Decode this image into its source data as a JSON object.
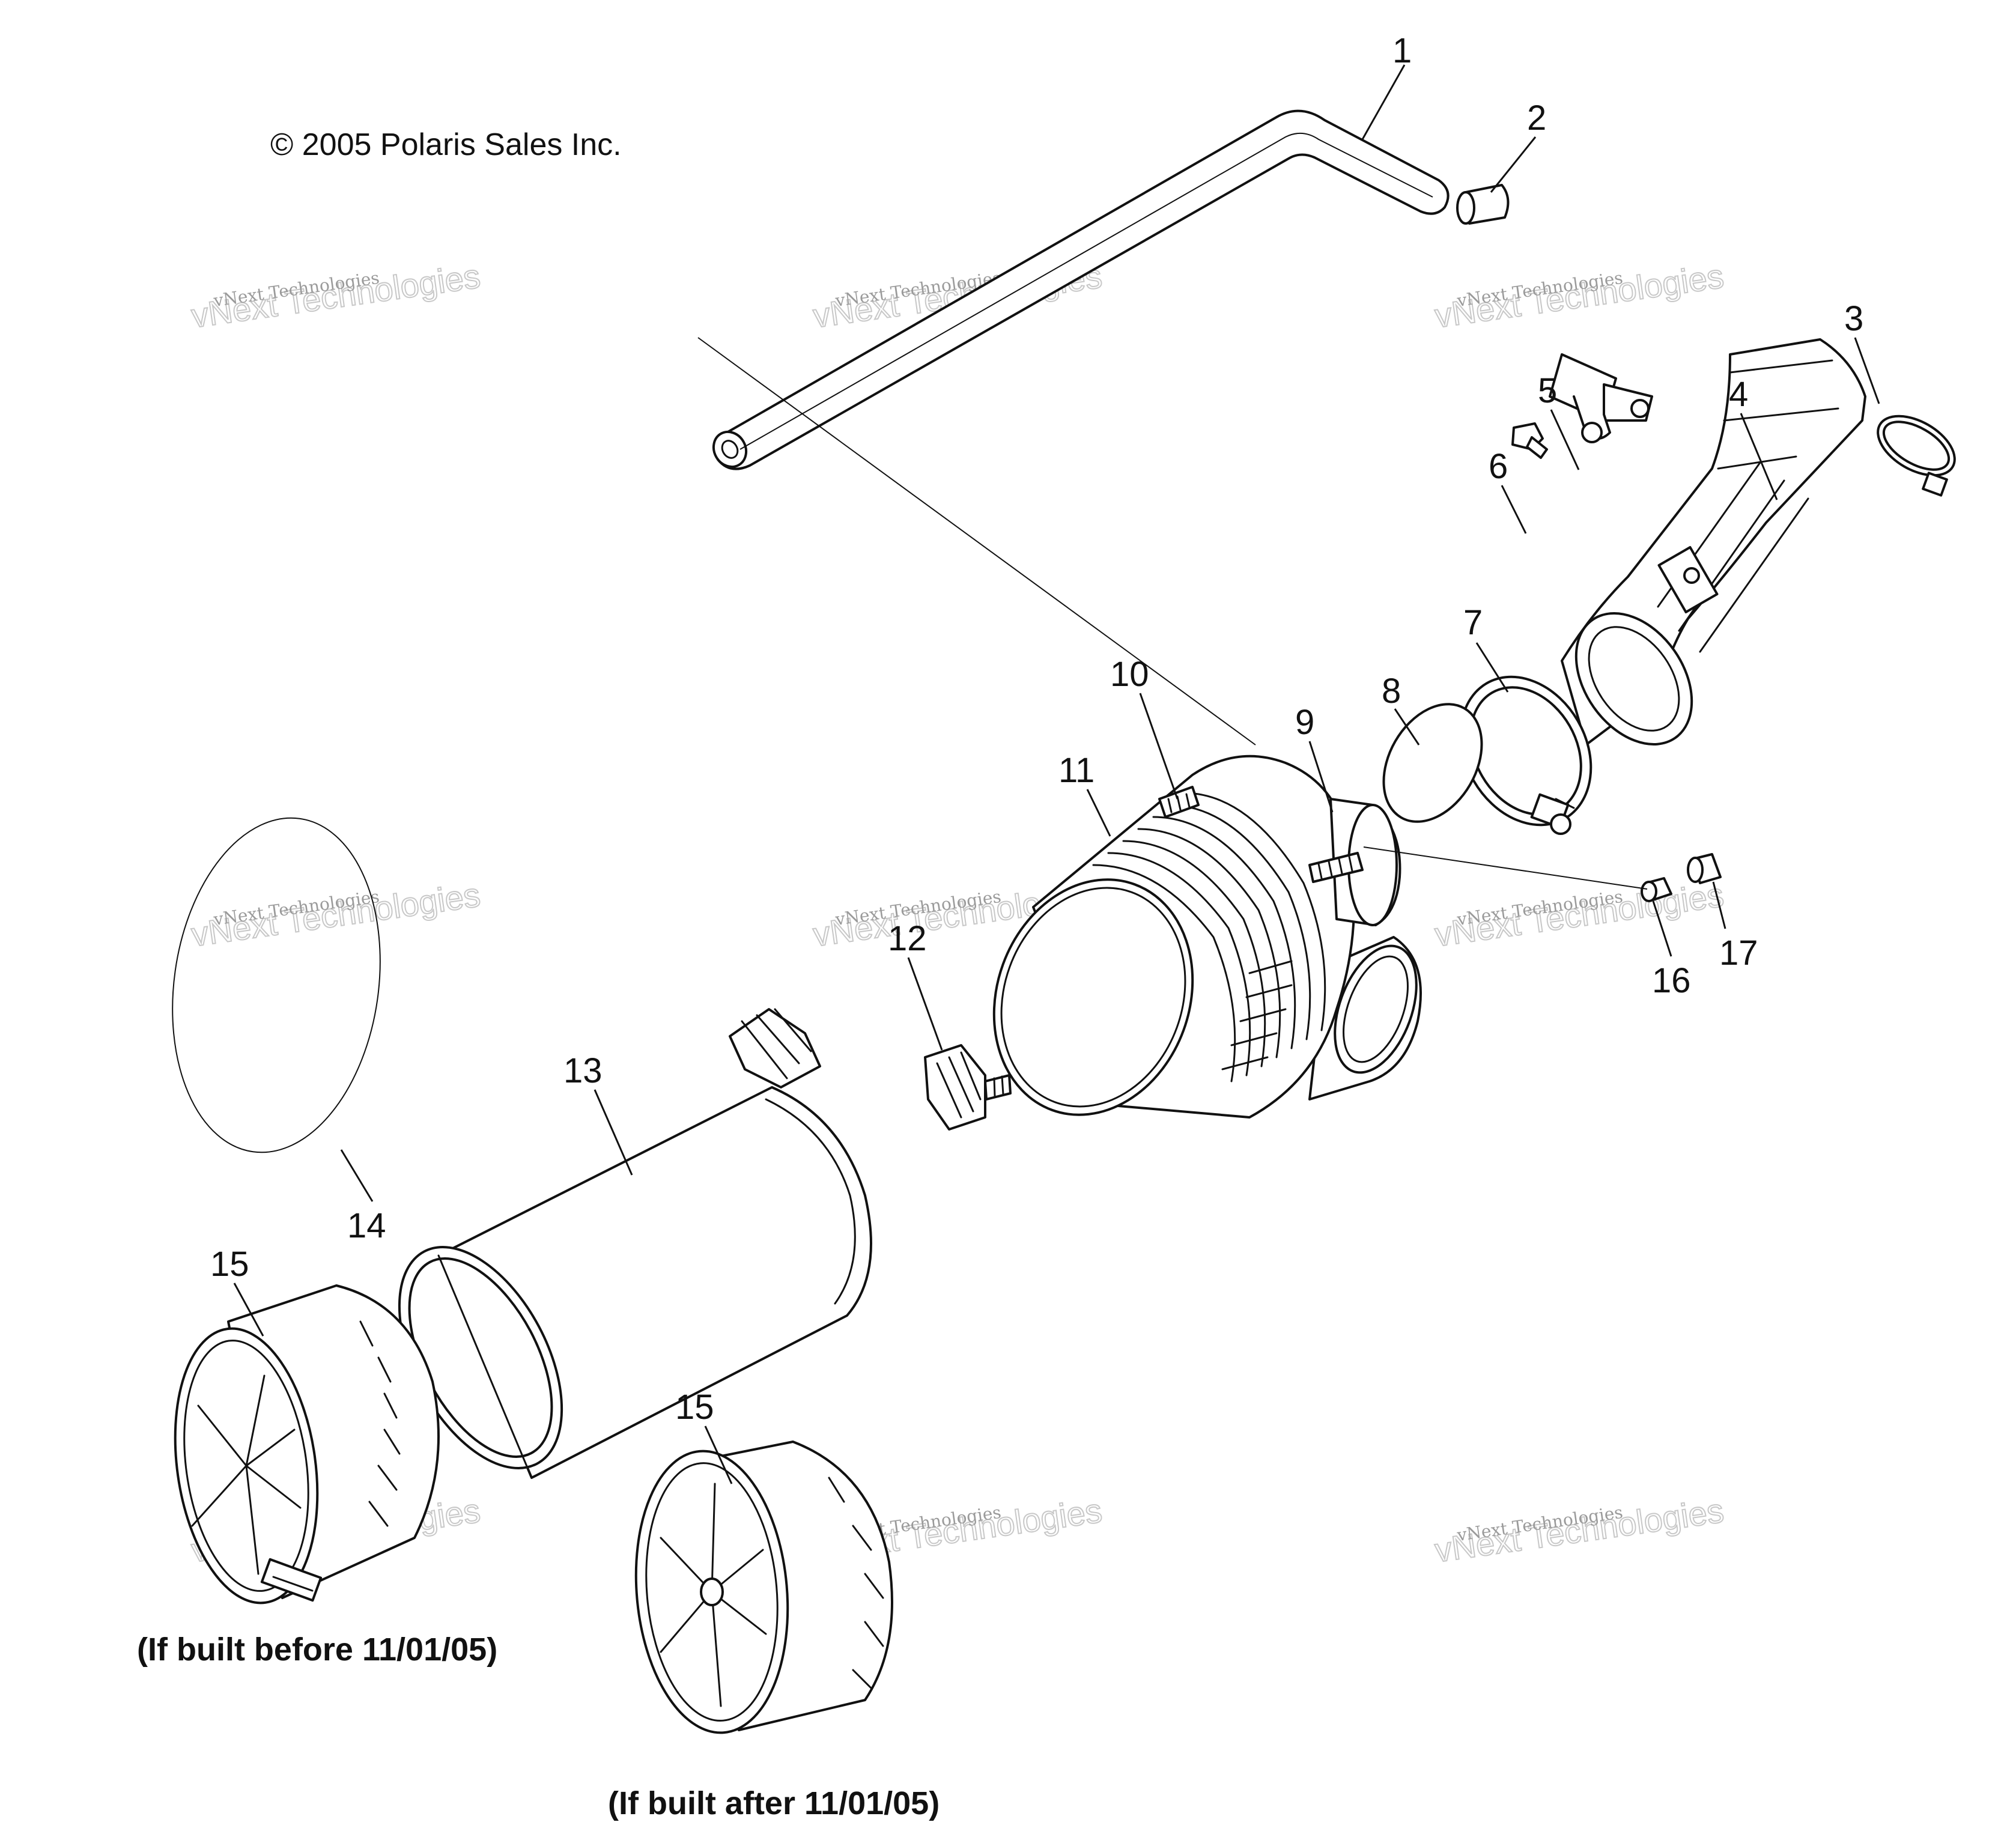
{
  "copyright": "© 2005 Polaris Sales Inc.",
  "captions": {
    "before": "(If built before 11/01/05)",
    "after": "(If built after 11/01/05)"
  },
  "watermark": {
    "line_small": "vNext Technologies",
    "line_big": "vNext Technologies"
  },
  "callouts": [
    {
      "id": "1",
      "label": "1"
    },
    {
      "id": "2",
      "label": "2"
    },
    {
      "id": "3",
      "label": "3"
    },
    {
      "id": "4",
      "label": "4"
    },
    {
      "id": "5",
      "label": "5"
    },
    {
      "id": "6",
      "label": "6"
    },
    {
      "id": "7",
      "label": "7"
    },
    {
      "id": "8",
      "label": "8"
    },
    {
      "id": "9",
      "label": "9"
    },
    {
      "id": "10",
      "label": "10"
    },
    {
      "id": "11",
      "label": "11"
    },
    {
      "id": "12",
      "label": "12"
    },
    {
      "id": "13",
      "label": "13"
    },
    {
      "id": "14",
      "label": "14"
    },
    {
      "id": "15a",
      "label": "15"
    },
    {
      "id": "15b",
      "label": "15"
    },
    {
      "id": "16",
      "label": "16"
    },
    {
      "id": "17",
      "label": "17"
    }
  ]
}
